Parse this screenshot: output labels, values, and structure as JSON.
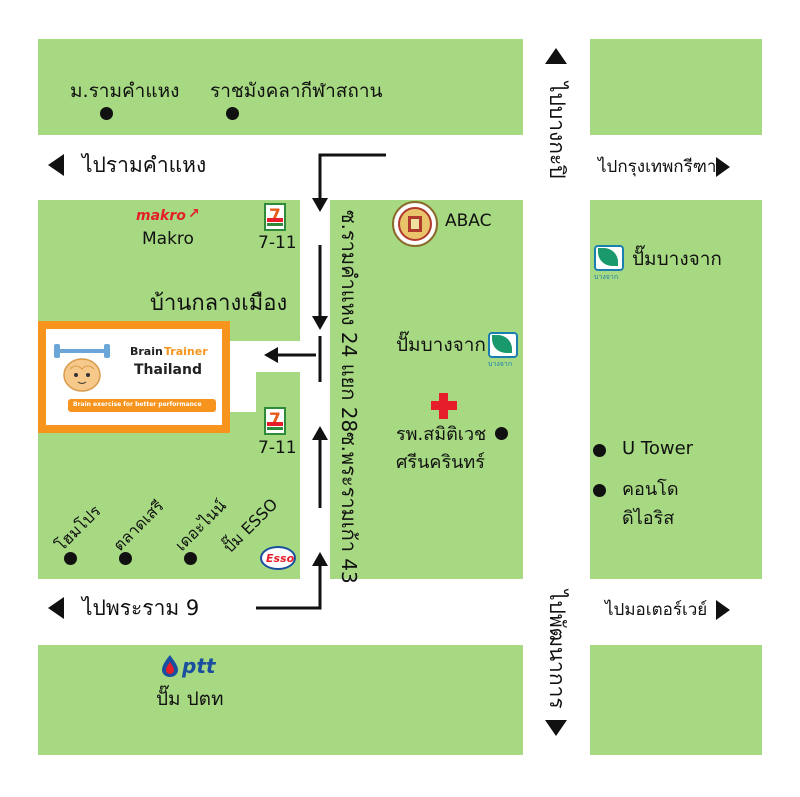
{
  "map": {
    "to_ramkhamhaeng": "ไปรามคำแหง",
    "to_bangkapi": "ไปบางกะปิ",
    "to_bangkok_kreetha": "ไปกรุงเทพกรีฑา",
    "to_rama9": "ไปพระราม 9",
    "to_motorway": "ไปมอเตอร์เวย์",
    "to_pattanakarn": "ไปพัฒนาการ",
    "road_soi_ramkhamhaeng": "ซ.รามคำแหง 24 แยก 28",
    "road_soi_rama9": "ซ.พระรามเก้า 43"
  },
  "places": {
    "ram_university": "ม.รามคำแหง",
    "rajamangala": "ราชมังคลากีฬาสถาน",
    "makro_logo": "makro",
    "makro": "Makro",
    "seven_eleven_top": "7-11",
    "seven_eleven_mid": "7-11",
    "ban_klang_muang": "บ้านกลางเมือง",
    "abac": "ABAC",
    "bangchak_right": "ปั๊มบางจาก",
    "bangchak_mid": "ปั๊มบางจาก",
    "bangchak_caption": "บางจาก",
    "hospital_line1": "รพ.สมิติเวช",
    "hospital_line2": "ศรีนครินทร์",
    "u_tower": "U Tower",
    "condo_line1": "คอนโด",
    "condo_line2": "ดิไอริส",
    "home_pro": "โฮมโปร",
    "talad_seri": "ตลาดเสรี",
    "the_nine": "เดอะไนน์",
    "esso_pump": "ปั๊ม ESSO",
    "esso_logo": "Esso",
    "ptt_logo": "ptt",
    "ptt_pump": "ปั๊ม ปตท"
  },
  "brand": {
    "brain": "Brain",
    "trainer": "Trainer",
    "thailand": "Thailand",
    "tagline": "Brain exercise for better performance"
  },
  "colors": {
    "block_green": "#a6d981",
    "brand_orange": "#f7941d",
    "hospital_red": "#e61e2a"
  }
}
